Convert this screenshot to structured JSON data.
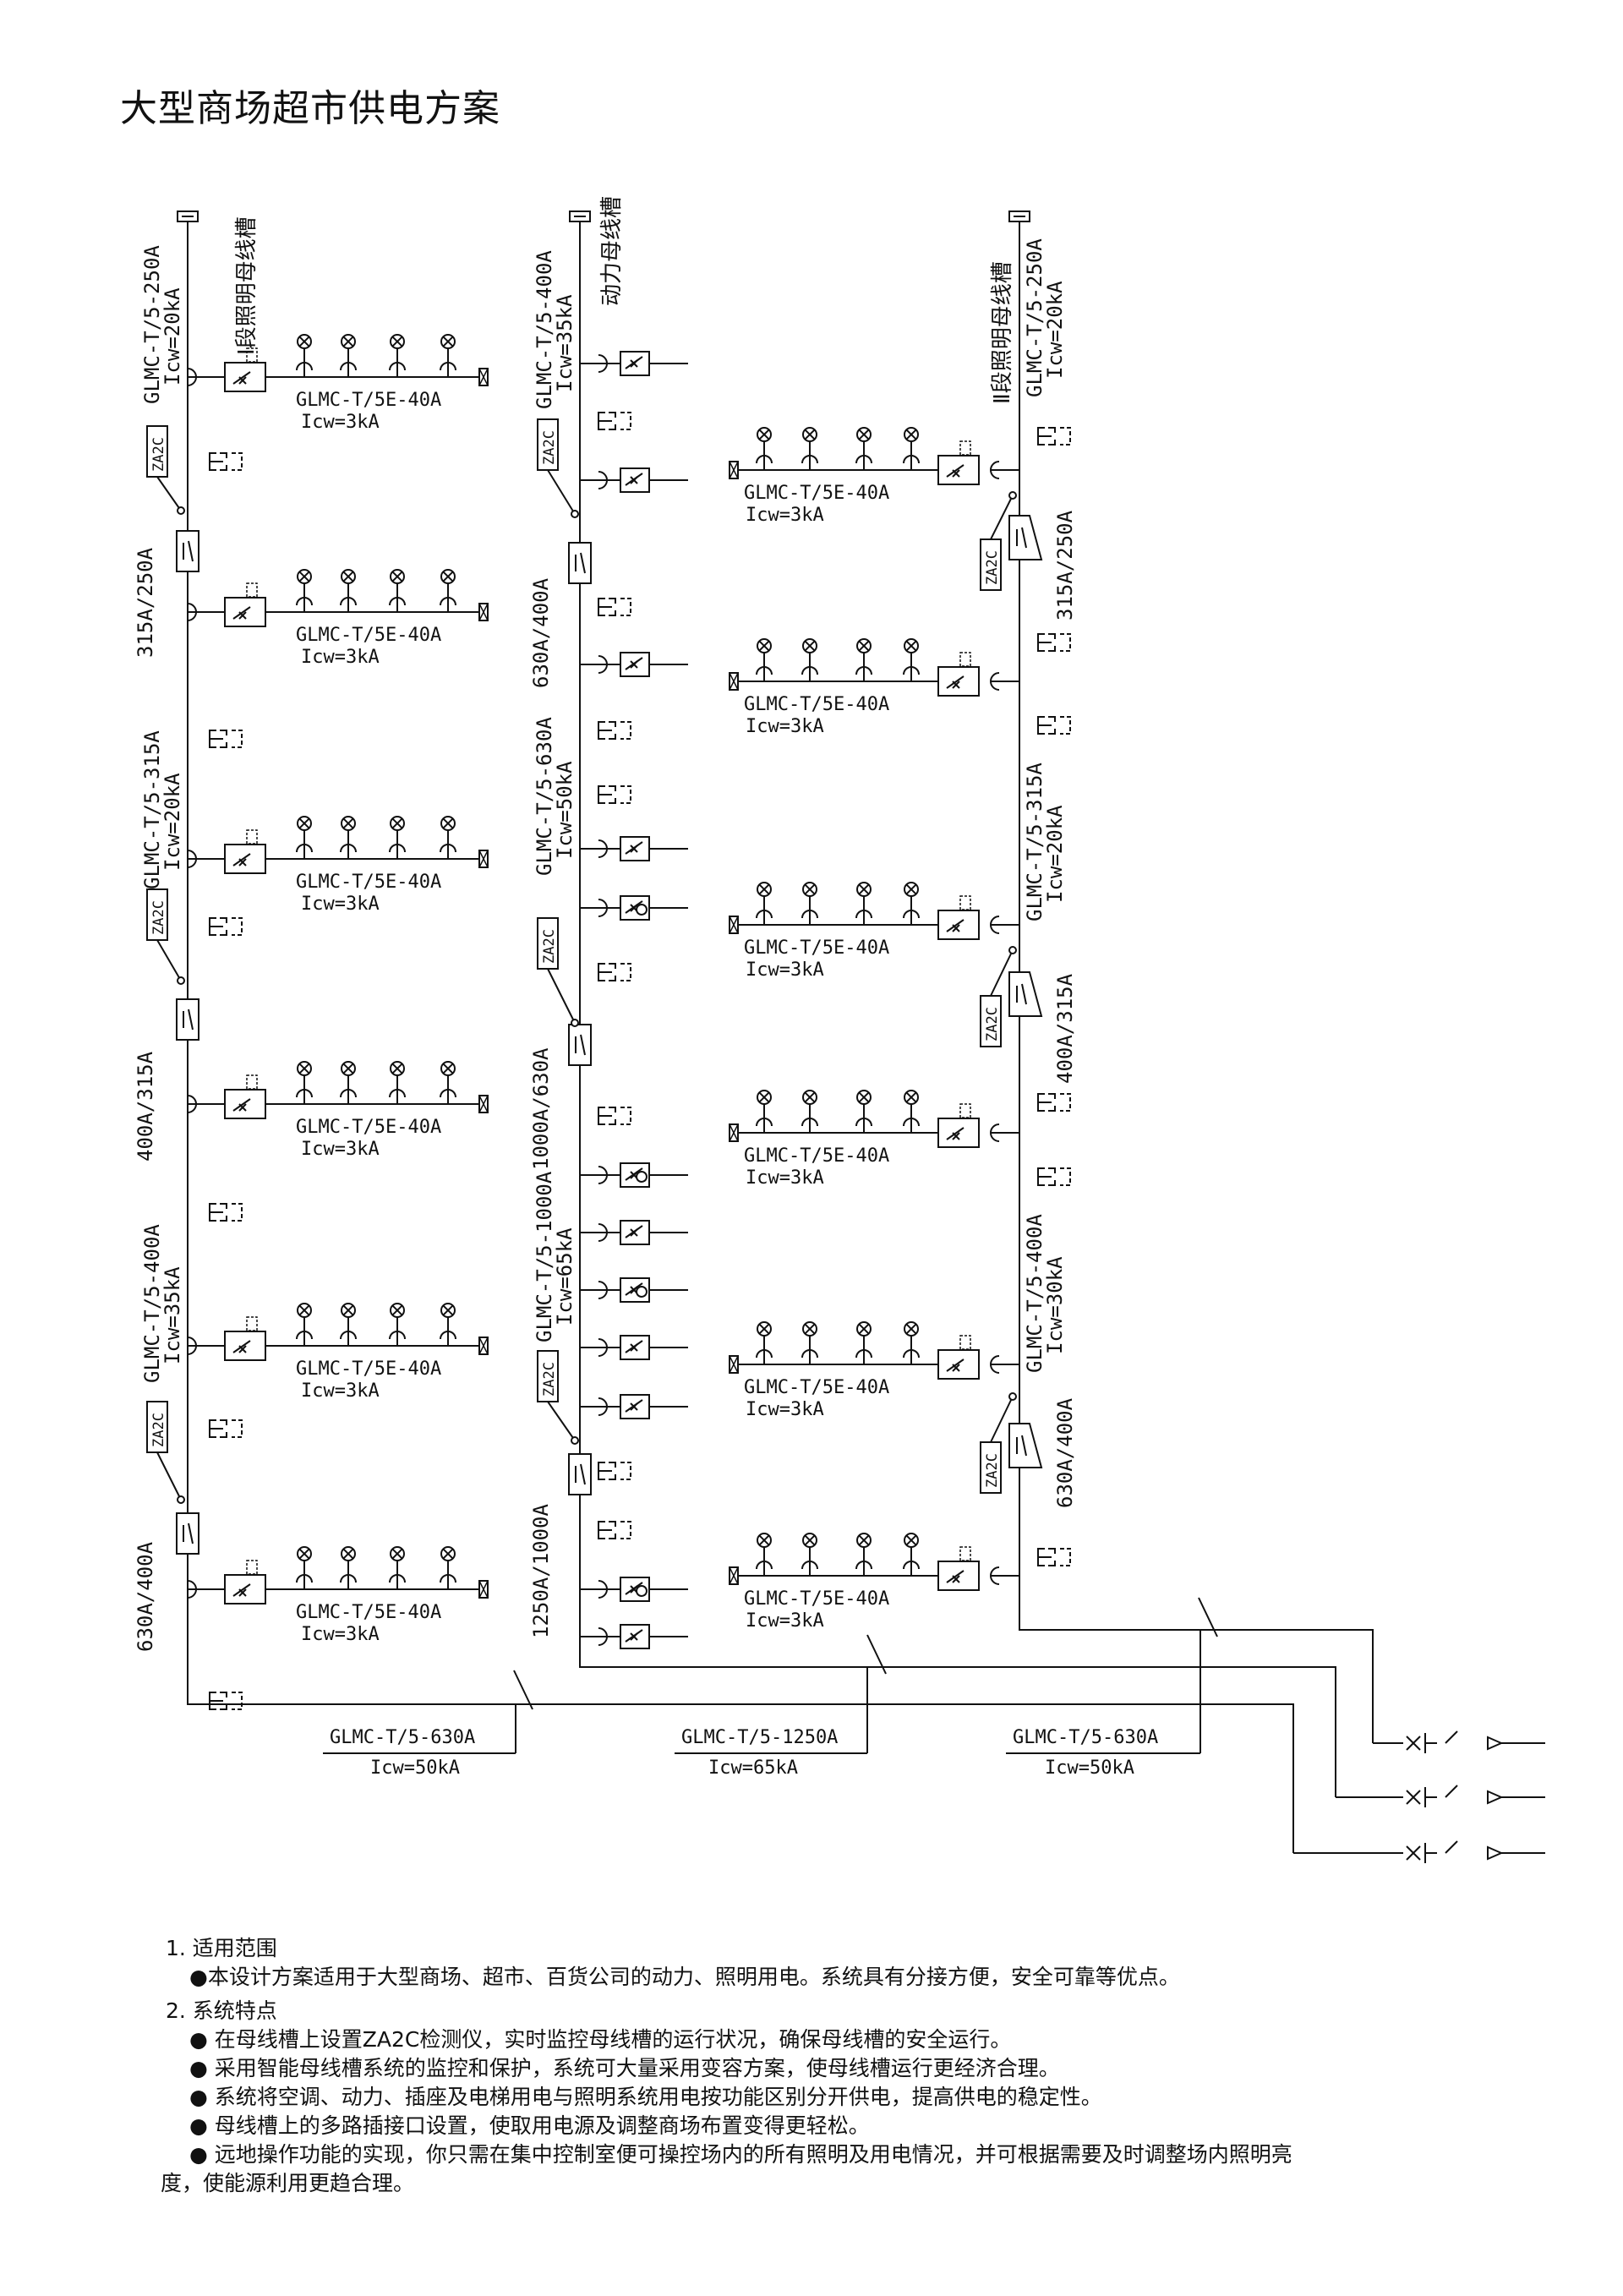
{
  "title": "大型商场超市供电方案",
  "colors": {
    "line": "#111111",
    "background": "#ffffff"
  },
  "left_column": {
    "trunk_label": "Ⅰ段照明母线槽",
    "segments": [
      {
        "model": "GLMC-T/5-250A",
        "icw": "Icw=20kA"
      },
      {
        "model": "GLMC-T/5-315A",
        "icw": "Icw=20kA"
      },
      {
        "model": "GLMC-T/5-400A",
        "icw": "Icw=35kA"
      }
    ],
    "breakers": [
      "315A/250A",
      "400A/315A",
      "630A/400A"
    ],
    "monitor": "ZA2C"
  },
  "middle_column": {
    "trunk_label": "动力母线槽",
    "segments": [
      {
        "model": "GLMC-T/5-400A",
        "icw": "Icw=35kA"
      },
      {
        "model": "GLMC-T/5-630A",
        "icw": "Icw=50kA"
      },
      {
        "model": "GLMC-T/5-1000A",
        "icw": "Icw=65kA"
      }
    ],
    "breakers": [
      "630A/400A",
      "1000A/630A",
      "1250A/1000A"
    ],
    "monitor": "ZA2C"
  },
  "right_column": {
    "trunk_label": "Ⅱ段照明母线槽",
    "segments": [
      {
        "model": "GLMC-T/5-250A",
        "icw": "Icw=20kA"
      },
      {
        "model": "GLMC-T/5-315A",
        "icw": "Icw=20kA"
      },
      {
        "model": "GLMC-T/5-400A",
        "icw": "Icw=30kA"
      }
    ],
    "breakers": [
      "315A/250A",
      "400A/315A",
      "630A/400A"
    ],
    "monitor": "ZA2C"
  },
  "branch": {
    "model": "GLMC-T/5E-40A",
    "icw": "Icw=3kA"
  },
  "feeders": [
    {
      "model": "GLMC-T/5-630A",
      "icw": "Icw=50kA"
    },
    {
      "model": "GLMC-T/5-1250A",
      "icw": "Icw=65kA"
    },
    {
      "model": "GLMC-T/5-630A",
      "icw": "Icw=50kA"
    }
  ],
  "notes": {
    "s1_title": "1. 适用范围",
    "s1_b1": "●本设计方案适用于大型商场、超市、百货公司的动力、照明用电。系统具有分接方便，安全可靠等优点。",
    "s2_title": "2. 系统特点",
    "s2_b1": "●  在母线槽上设置ZA2C检测仪，实时监控母线槽的运行状况，确保母线槽的安全运行。",
    "s2_b2": "●  采用智能母线槽系统的监控和保护，系统可大量采用变容方案，使母线槽运行更经济合理。",
    "s2_b3": "●  系统将空调、动力、插座及电梯用电与照明系统用电按功能区别分开供电，提高供电的稳定性。",
    "s2_b4": "●  母线槽上的多路插接口设置，使取用电源及调整商场布置变得更轻松。",
    "s2_b5a": "●  远地操作功能的实现，你只需在集中控制室便可操控场内的所有照明及用电情况，并可根据需要及时调整场内照明亮",
    "s2_b5b": "度，使能源利用更趋合理。"
  }
}
